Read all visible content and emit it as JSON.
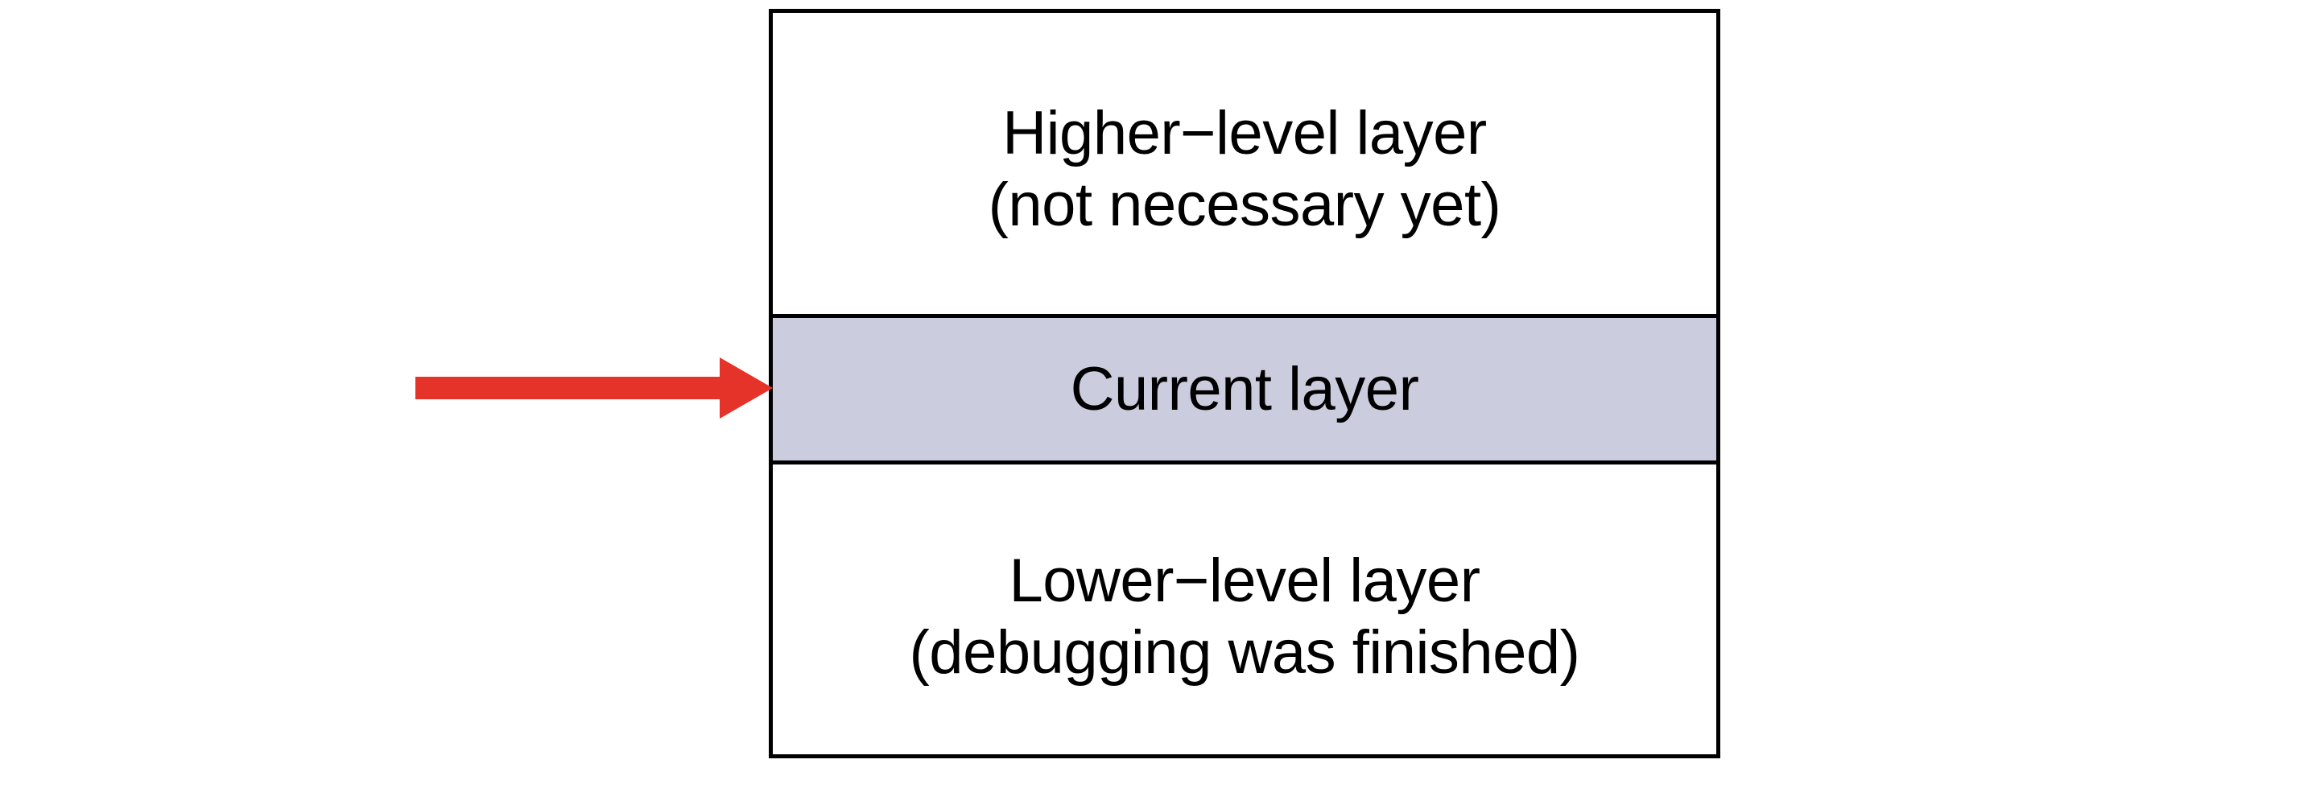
{
  "diagram": {
    "title_text": "",
    "colors": {
      "current_layer_fill": "#ccccdf",
      "arrow_red": "#e63329",
      "border_black": "#000000",
      "background_white": "#ffffff"
    },
    "layers": [
      {
        "id": "higher-level",
        "line1": "Higher−level layer",
        "line2": "(not necessary yet)",
        "highlighted": false
      },
      {
        "id": "current",
        "line1": "Current layer",
        "line2": "",
        "highlighted": true
      },
      {
        "id": "lower-level",
        "line1": "Lower−level layer",
        "line2": "(debugging was finished)",
        "highlighted": false
      }
    ],
    "arrow": {
      "semantic": "arrow-right-icon",
      "points_to": "Current layer",
      "color": "#e63329"
    }
  }
}
